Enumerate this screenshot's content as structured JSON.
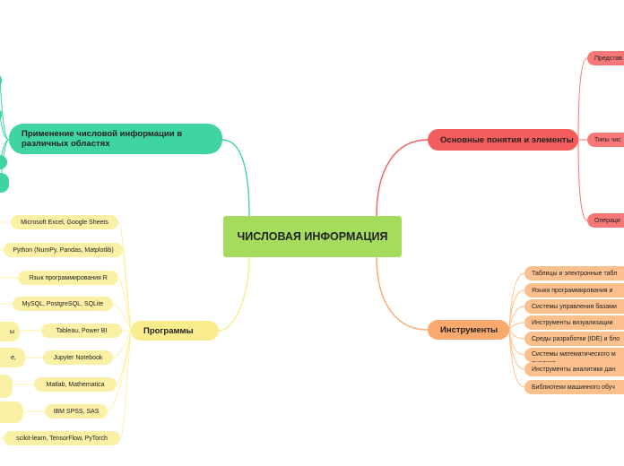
{
  "center": {
    "title": "ЧИСЛОВАЯ ИНФОРМАЦИЯ"
  },
  "branches": {
    "application": {
      "label": "Применение числовой информации в различных областях",
      "color": "#3fd4a0"
    },
    "concepts": {
      "label": "Основные понятия и элементы",
      "color": "#f45d5d",
      "children": [
        "Представ",
        "Типы чис",
        "Операци"
      ]
    },
    "tools": {
      "label": "Инструменты",
      "color": "#f9a86e",
      "children": [
        "Таблицы и электронные табл",
        "Языки программирования и",
        "Системы управления базами",
        "Инструменты визуализации",
        "Среды разработки (IDE) и бло",
        "Системы математического м анализа",
        "Инструменты аналитики дан",
        "Библиотеки машинного обуч"
      ]
    },
    "programs": {
      "label": "Программы",
      "color": "#f8ec8c",
      "children": [
        "Microsoft Excel, Google Sheets",
        "Python (NumPy, Pandas, Matplotlib)",
        "Язык программирования R",
        "MySQL, PostgreSQL, SQLite",
        "Tableau, Power BI",
        "Jupyter Notebook",
        "Matlab, Mathematica",
        "IBM SPSS, SAS",
        "scikit-learn, TensorFlow, PyTorch"
      ],
      "side_fragments": [
        "ы",
        "е,"
      ]
    }
  }
}
